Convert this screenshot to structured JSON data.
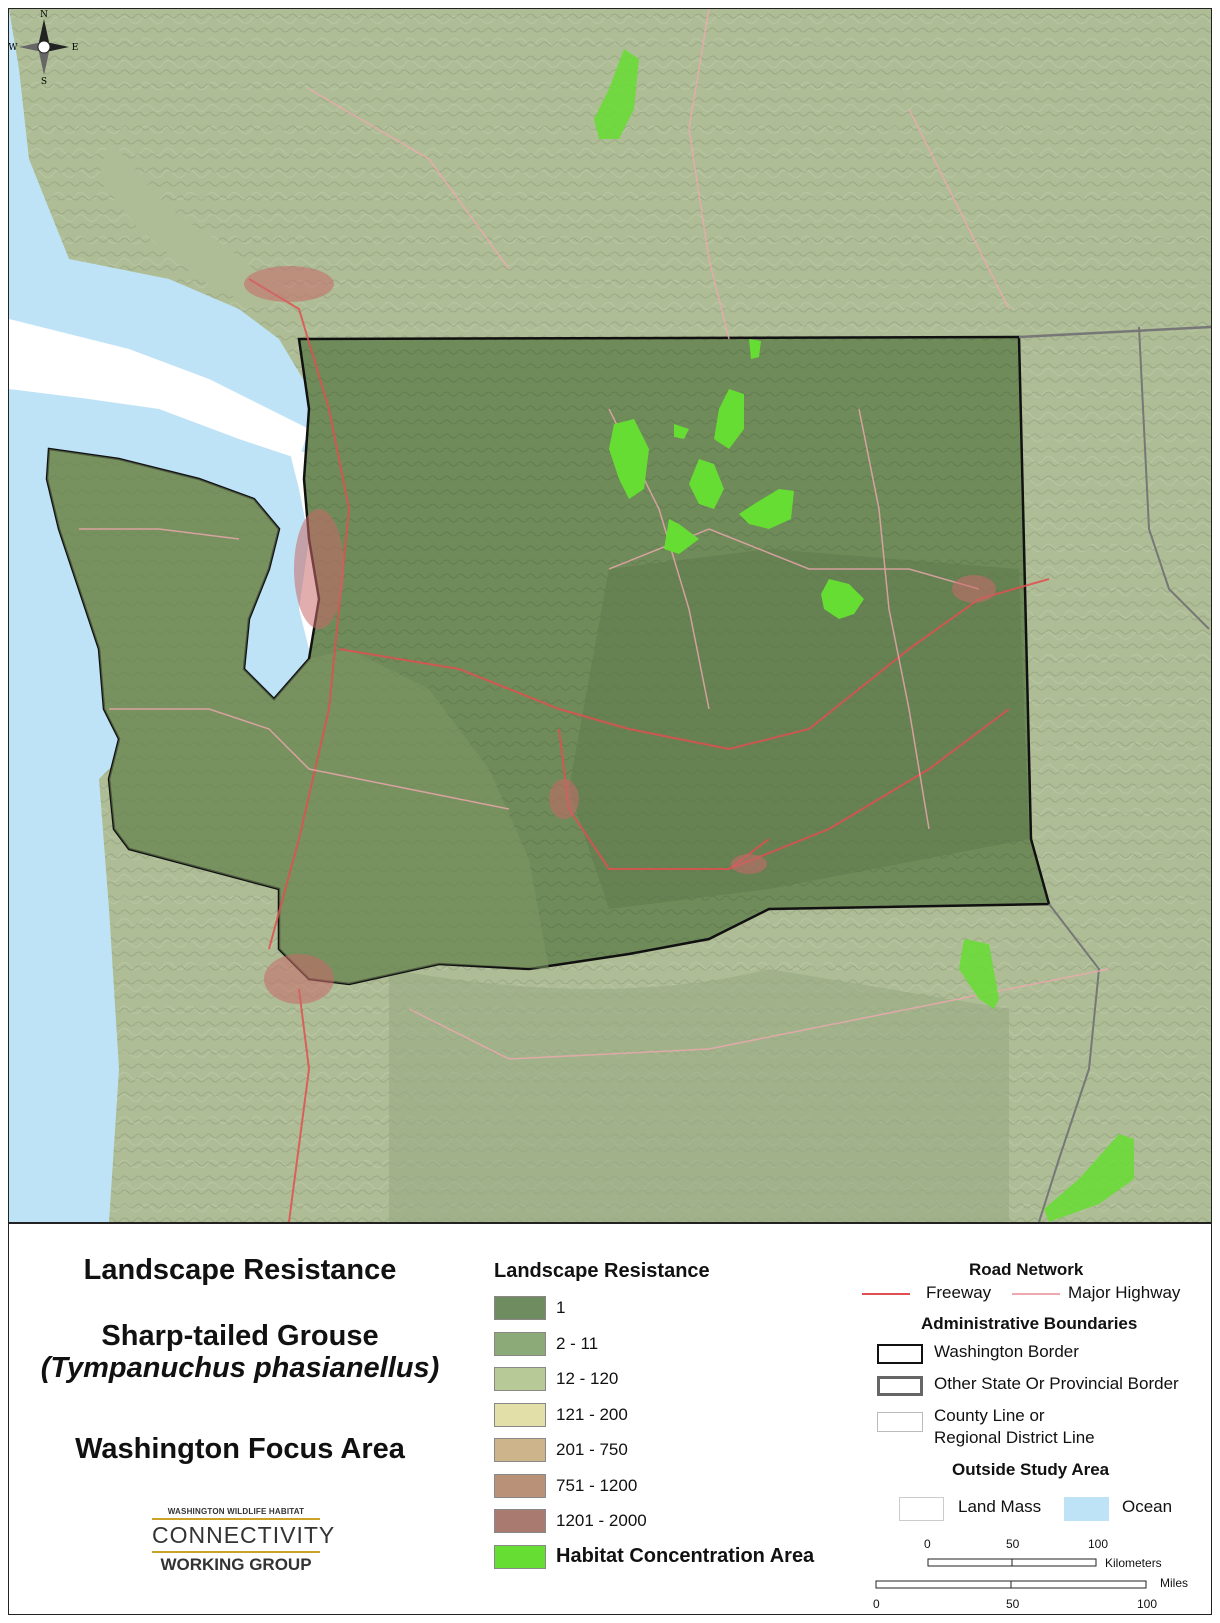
{
  "title": {
    "line1": "Landscape Resistance",
    "line2": "Sharp-tailed Grouse",
    "line3": "(Tympanuchus phasianellus)",
    "line4": "Washington Focus Area"
  },
  "logo": {
    "line1": "WASHINGTON WILDLIFE HABITAT",
    "line2": "CONNECTIVITY",
    "line3": "WORKING GROUP"
  },
  "compass": {
    "n": "N",
    "s": "S",
    "e": "E",
    "w": "W"
  },
  "resistance_legend": {
    "title": "Landscape Resistance",
    "classes": [
      {
        "label": "1",
        "color": "#6e8c60"
      },
      {
        "label": "2 - 11",
        "color": "#8caa78"
      },
      {
        "label": "12 - 120",
        "color": "#b6c996"
      },
      {
        "label": "121 - 200",
        "color": "#e2dfa8"
      },
      {
        "label": "201 - 750",
        "color": "#cdb48a"
      },
      {
        "label": "751 - 1200",
        "color": "#b99078"
      },
      {
        "label": "1201 - 2000",
        "color": "#a97a70"
      },
      {
        "label": "Habitat Concentration Area",
        "color": "#66dd33"
      }
    ]
  },
  "road_network": {
    "title": "Road Network",
    "freeway": "Freeway",
    "major_highway": "Major Highway",
    "freeway_color": "#e05050",
    "highway_color": "#f0a8b0"
  },
  "admin_boundaries": {
    "title": "Administrative Boundaries",
    "washington": "Washington Border",
    "other_state": "Other State Or Provincial Border",
    "county_line1": "County Line or",
    "county_line2": "Regional District Line"
  },
  "outside_study_area": {
    "title": "Outside Study Area",
    "land": "Land Mass",
    "ocean": "Ocean",
    "ocean_color": "#bfe3f6"
  },
  "scale_bar": {
    "km_ticks": [
      "0",
      "50",
      "100"
    ],
    "km_unit": "Kilometers",
    "mi_ticks": [
      "0",
      "50",
      "100"
    ],
    "mi_unit": "Miles"
  }
}
